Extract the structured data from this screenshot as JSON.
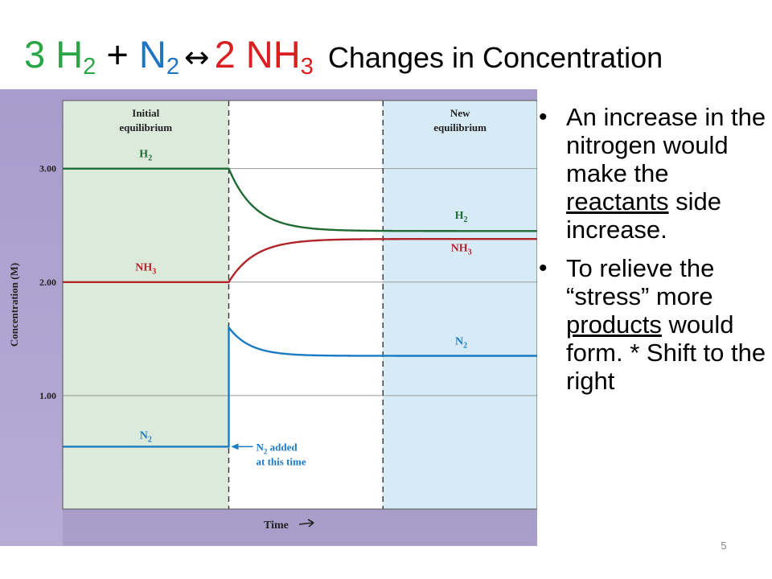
{
  "title": {
    "h2_coef": "3 H",
    "h2_sub": "2",
    "plus": " + ",
    "n2": "N",
    "n2_sub": "2",
    "arrow": "↔",
    "nh3_coef": "2 NH",
    "nh3_sub": "3",
    "rest": "Changes in Concentration"
  },
  "chart_data": {
    "type": "line",
    "ylabel": "Concentration (M)",
    "xlabel": "Time",
    "y_ticks": [
      "3.00",
      "2.00",
      "1.00"
    ],
    "y_tick_values": [
      3.0,
      2.0,
      1.0
    ],
    "ylim": [
      0.0,
      3.6
    ],
    "xlim": [
      0,
      10
    ],
    "grid": true,
    "regions": [
      {
        "name": "initial",
        "line1": "Initial",
        "line2": "equilibrium",
        "x_start": 0,
        "x_end": 3.5,
        "color": "#dceadb"
      },
      {
        "name": "middle",
        "line1": "",
        "line2": "",
        "x_start": 3.5,
        "x_end": 6.75,
        "color": "#ffffff"
      },
      {
        "name": "new",
        "line1": "New",
        "line2": "equilibrium",
        "x_start": 6.75,
        "x_end": 10,
        "color": "#d7ebf7"
      }
    ],
    "event_x": 3.5,
    "series": [
      {
        "name": "H2",
        "label": "H",
        "label_sub": "2",
        "color": "#1f6b33",
        "initial": 3.0,
        "final": 2.45,
        "jump": null,
        "tau": 0.55,
        "label_initial_at": [
          1.75,
          3.1
        ],
        "label_final_at": [
          8.4,
          2.56
        ]
      },
      {
        "name": "NH3",
        "label": "NH",
        "label_sub": "3",
        "color": "#b0242a",
        "initial": 2.0,
        "final": 2.38,
        "jump": null,
        "tau": 0.55,
        "label_initial_at": [
          1.75,
          2.1
        ],
        "label_final_at": [
          8.4,
          2.27
        ]
      },
      {
        "name": "N2",
        "label": "N",
        "label_sub": "2",
        "color": "#1a7bc2",
        "initial": 0.55,
        "final": 1.35,
        "jump": 1.6,
        "tau": 0.45,
        "label_initial_at": [
          1.75,
          0.62
        ],
        "label_final_at": [
          8.4,
          1.45
        ]
      }
    ],
    "annotation": {
      "line1": "N",
      "line1_sub": "2",
      "line1_rest": " added",
      "line2": "at this time",
      "color": "#1a7bc2"
    }
  },
  "bullets": [
    {
      "pre": "An increase in the nitrogen would make the ",
      "u": "reactants",
      "post": " side increase."
    },
    {
      "pre": "To relieve the “stress” more ",
      "u": "products",
      "post": " would form. * Shift to the right"
    }
  ],
  "page_number": "5"
}
